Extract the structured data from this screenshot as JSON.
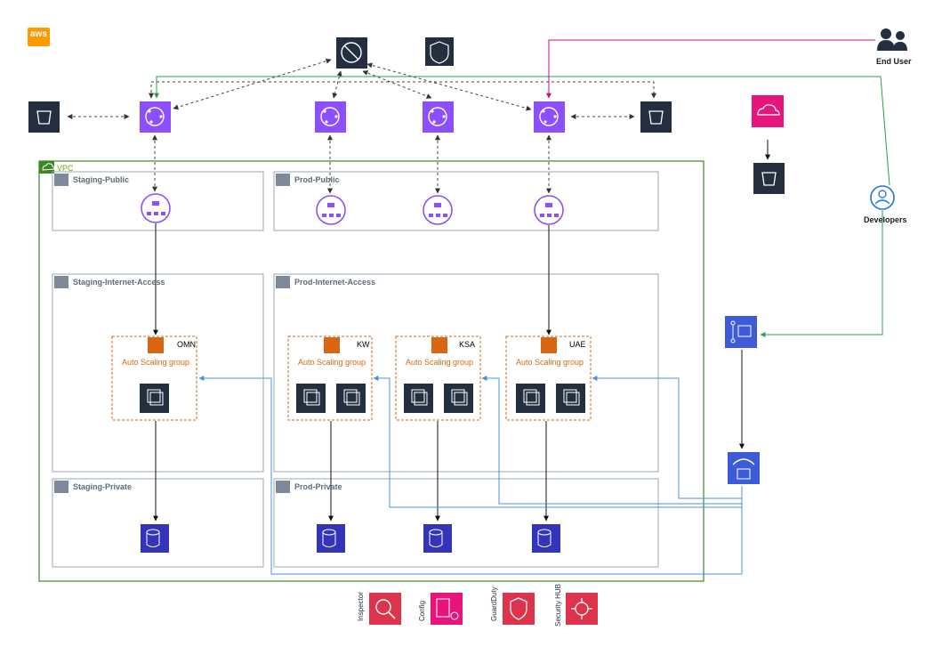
{
  "brand": {
    "logo_text": "aws"
  },
  "vpc": {
    "label": "VPC"
  },
  "subnets": {
    "staging_public": "Staging-Public",
    "prod_public": "Prod-Public",
    "staging_internet": "Staging-Internet-Access",
    "prod_internet": "Prod-Internet-Access",
    "staging_private": "Staging-Private",
    "prod_private": "Prod-Private"
  },
  "asg": {
    "label": "Auto Scaling group",
    "regions": [
      "OMN",
      "KW",
      "KSA",
      "UAE"
    ]
  },
  "actors": {
    "end_user": "End User",
    "developers": "Developers"
  },
  "security_services": [
    "Inspector",
    "Config",
    "GuardDuty",
    "Security HUB"
  ],
  "colors": {
    "aws_orange": "#ff9900",
    "vpc_green": "#3f8624",
    "cloudfront_purple": "#8c4fff",
    "s3_dark": "#232f3e",
    "asg_orange": "#d86613",
    "db_blue": "#3334b9",
    "security_red": "#dd344c",
    "config_pink": "#e7157b",
    "dev_blue": "#1a73e8",
    "user_pink": "#c7107b"
  },
  "icons": [
    "waf-icon",
    "route53-icon",
    "cloudfront-icon",
    "s3-bucket-icon",
    "load-balancer-icon",
    "ec2-icon",
    "rds-database-icon",
    "cloudwatch-icon",
    "codepipeline-icon",
    "api-gateway-icon",
    "inspector-icon",
    "config-icon",
    "guardduty-icon",
    "security-hub-icon",
    "users-icon",
    "developer-icon"
  ]
}
